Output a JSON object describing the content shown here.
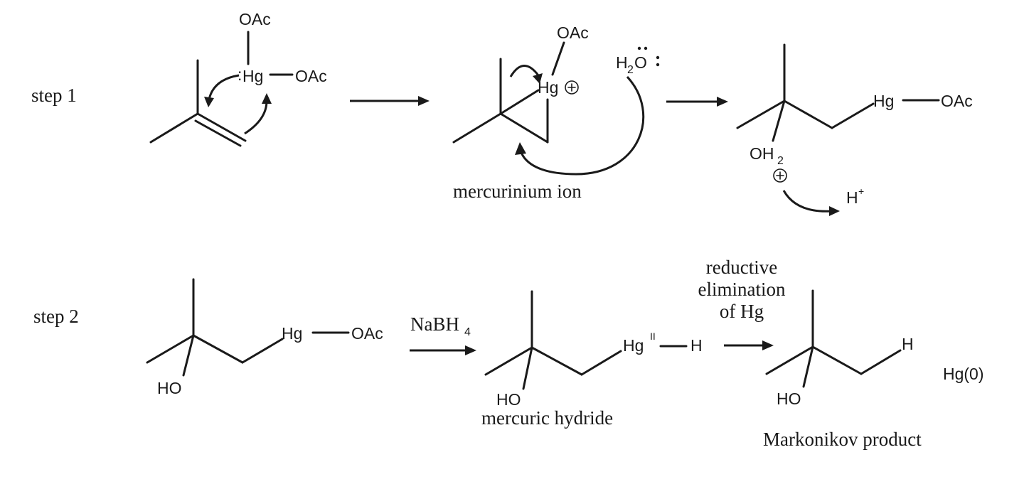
{
  "steps": {
    "step1_label": "step 1",
    "step2_label": "step 2"
  },
  "step1": {
    "reactant": {
      "hg": "Hg",
      "oac_top": "OAc",
      "oac_right": "OAc"
    },
    "intermediate": {
      "hg": "Hg",
      "oac": "OAc",
      "name": "mercurinium ion"
    },
    "water": {
      "h": "H",
      "sub2": "2",
      "o": "O"
    },
    "product": {
      "hg": "Hg",
      "oac": "OAc",
      "oh": "OH",
      "sub2": "2",
      "proton": "H"
    }
  },
  "step2": {
    "reactant": {
      "hg": "Hg",
      "oac": "OAc",
      "ho": "HO"
    },
    "reagent": {
      "na": "NaBH",
      "sub4": "4"
    },
    "hydride": {
      "hg": "Hg",
      "ox": "II",
      "h": "H",
      "ho": "HO",
      "name": "mercuric hydride"
    },
    "elimination": {
      "line1": "reductive",
      "line2": "elimination",
      "line3": "of Hg"
    },
    "product": {
      "h": "H",
      "ho": "HO",
      "hg0": "Hg(0)",
      "name": "Markonikov product"
    }
  }
}
